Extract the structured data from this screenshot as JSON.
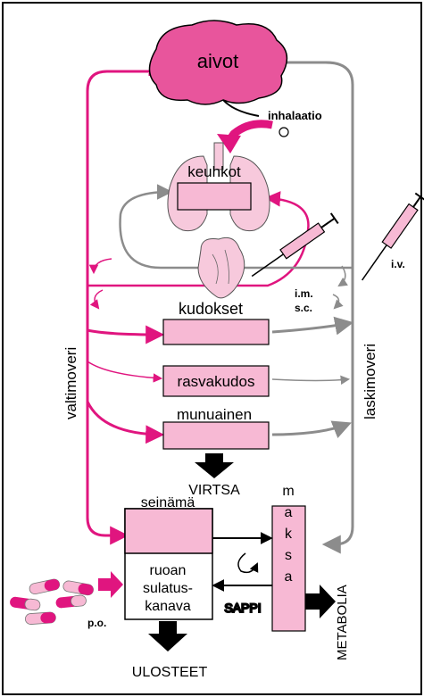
{
  "labels": {
    "brain": "aivot",
    "inhalation": "inhalaatio",
    "lungs": "keuhkot",
    "tissues": "kudokset",
    "adipose": "rasvakudos",
    "kidney": "munuainen",
    "urine": "VIRTSA",
    "wall": "seinämä",
    "gut_line1": "ruoan",
    "gut_line2": "sulatus-",
    "gut_line3": "kanava",
    "liver_letters": [
      "m",
      "a",
      "k",
      "s",
      "a"
    ],
    "bile": "SAPPI",
    "metabolism": "METABOLIA",
    "feces": "ULOSTEET",
    "artery": "valtimoveri",
    "vein": "laskimoveri",
    "iv": "i.v.",
    "im": "i.m.",
    "sc": "s.c.",
    "po": "p.o."
  },
  "colors": {
    "arterial": "#e0157f",
    "venous": "#8c8c8c",
    "organ_fill": "#f7b9d4",
    "brain_fill": "#e8559c",
    "black": "#000000"
  }
}
